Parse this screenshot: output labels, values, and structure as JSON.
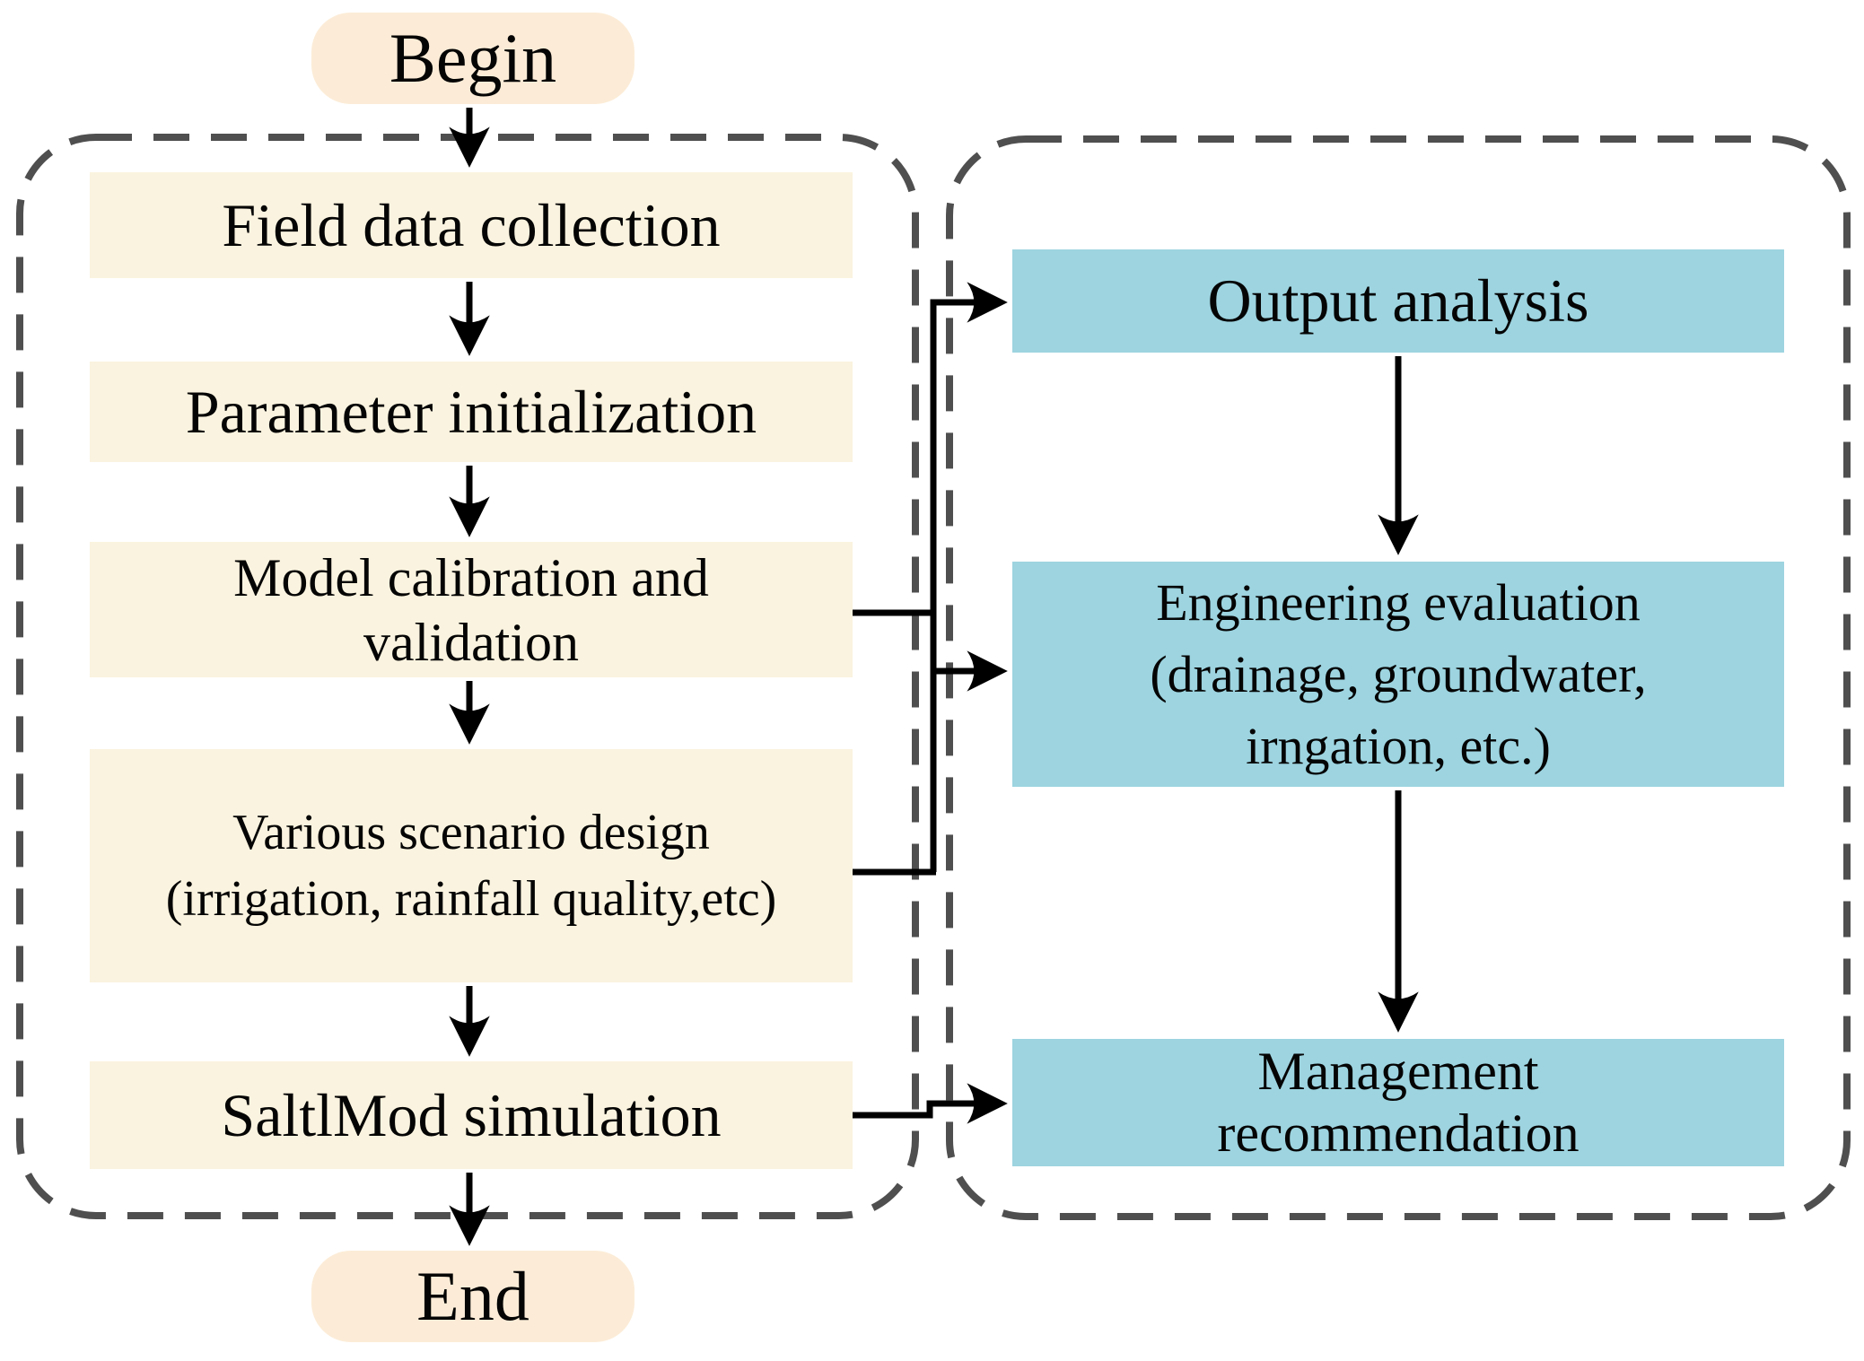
{
  "figure": {
    "type": "flowchart",
    "colors": {
      "terminal_fill": "#fcecd7",
      "process_fill": "#faf3df",
      "result_fill": "#9dd4e0",
      "panel_border": "#4f4f4f",
      "connector": "#000000"
    },
    "nodes": {
      "begin": {
        "label": "Begin"
      },
      "field_data": {
        "label": "Field data collection"
      },
      "parameter_init": {
        "label": "Parameter initialization"
      },
      "calibration": {
        "line1": "Model calibration and",
        "line2": "validation"
      },
      "scenario": {
        "line1": "Various scenario design",
        "line2": "(irrigation, rainfall quality,etc)"
      },
      "saltlmod": {
        "label": "SaltlMod simulation"
      },
      "end": {
        "label": "End"
      },
      "output": {
        "label": "Output analysis"
      },
      "engineering": {
        "line1": "Engineering evaluation",
        "line2": "(drainage, groundwater,",
        "line3": "irngation, etc.)"
      },
      "management": {
        "line1": "Management",
        "line2": "recommendation"
      }
    }
  }
}
